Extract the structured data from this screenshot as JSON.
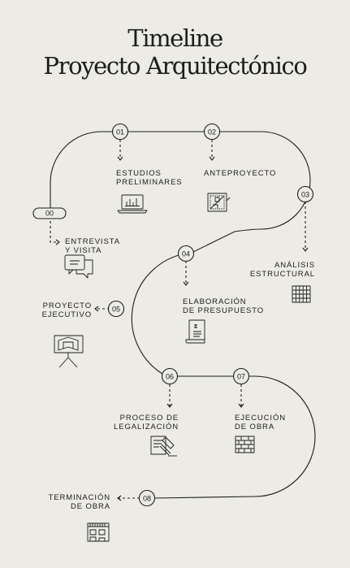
{
  "title": {
    "line1": "Timeline",
    "line2": "Proyecto Arquitectónico"
  },
  "colors": {
    "background": "#ecebe6",
    "ink": "#1d1d1b"
  },
  "steps": [
    {
      "num": "00",
      "label": [
        "ENTREVISTA",
        "Y VISITA"
      ],
      "icon": "chat-bubbles-icon"
    },
    {
      "num": "01",
      "label": [
        "ESTUDIOS",
        "PRELIMINARES"
      ],
      "icon": "laptop-chart-icon"
    },
    {
      "num": "02",
      "label": [
        "ANTEPROYECTO"
      ],
      "icon": "blueprint-sketch-icon"
    },
    {
      "num": "03",
      "label": [
        "ANÁLISIS",
        "ESTRUCTURAL"
      ],
      "icon": "structural-grid-icon"
    },
    {
      "num": "04",
      "label": [
        "ELABORACIÓN",
        "DE PRESUPUESTO"
      ],
      "icon": "budget-receipt-icon"
    },
    {
      "num": "05",
      "label": [
        "PROYECTO",
        "EJECUTIVO"
      ],
      "icon": "presentation-board-icon"
    },
    {
      "num": "06",
      "label": [
        "PROCESO DE",
        "LEGALIZACIÓN"
      ],
      "icon": "legal-document-icon"
    },
    {
      "num": "07",
      "label": [
        "EJECUCIÓN",
        "DE OBRA"
      ],
      "icon": "brick-wall-icon"
    },
    {
      "num": "08",
      "label": [
        "TERMINACIÓN",
        "DE OBRA"
      ],
      "icon": "finished-building-icon"
    }
  ]
}
